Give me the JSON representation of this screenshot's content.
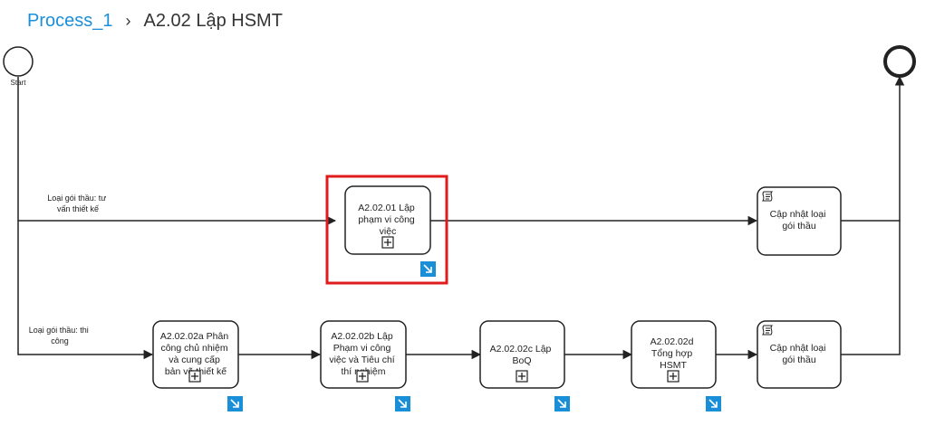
{
  "breadcrumb": {
    "parent": "Process_1",
    "separator": "›",
    "current": "A2.02 Lập HSMT"
  },
  "colors": {
    "link": "#1a8fd8",
    "selection": "#e01b1b",
    "drilldown": "#1a8fd8",
    "stroke": "#222222"
  },
  "diagram": {
    "start_label": "Start",
    "flow_labels": {
      "consulting": [
        "Loại gói thầu: tư",
        "vấn thiết kế"
      ],
      "construction": [
        "Loại gói thầu: thi",
        "công"
      ]
    },
    "tasks": {
      "a20201": [
        "A2.02.01 Lập",
        "phạm vi công",
        "việc"
      ],
      "update1": [
        "Cập nhật loại",
        "gói thầu"
      ],
      "a20202a": [
        "A2.02.02a Phân",
        "công chủ nhiệm",
        "và cung cấp",
        "bản vẽ thiết kế"
      ],
      "a20202b": [
        "A2.02.02b Lập",
        "Phạm vi công",
        "việc và Tiêu chí",
        "thí nghiệm"
      ],
      "a20202c": [
        "A2.02.02c Lập",
        "BoQ"
      ],
      "a20202d": [
        "A2.02.02d",
        "Tổng hợp",
        "HSMT"
      ],
      "update2": [
        "Cập nhật loại",
        "gói thầu"
      ]
    },
    "icons": {
      "subprocess_marker": "plus-square-icon",
      "script_marker": "script-icon",
      "drilldown": "drilldown-arrow-icon"
    }
  }
}
